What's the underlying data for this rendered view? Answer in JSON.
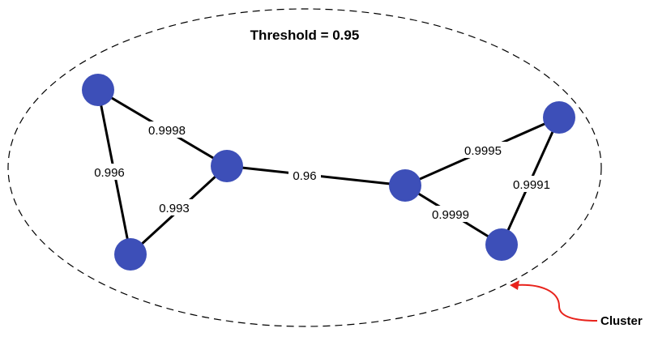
{
  "title": "Threshold = 0.95",
  "cluster_label": "Cluster",
  "colors": {
    "node": "#3d4fb8",
    "edge": "#000000",
    "arrow": "#e8231c",
    "boundary": "#000000"
  },
  "nodes": [
    "n1",
    "n2",
    "n3",
    "n4",
    "n5",
    "n6"
  ],
  "edges": [
    {
      "from": "n1",
      "to": "n2",
      "label": "0.9998"
    },
    {
      "from": "n1",
      "to": "n3",
      "label": "0.996"
    },
    {
      "from": "n2",
      "to": "n3",
      "label": "0.993"
    },
    {
      "from": "n2",
      "to": "n4",
      "label": "0.96"
    },
    {
      "from": "n4",
      "to": "n5",
      "label": "0.9995"
    },
    {
      "from": "n4",
      "to": "n6",
      "label": "0.9999"
    },
    {
      "from": "n5",
      "to": "n6",
      "label": "0.9991"
    }
  ]
}
